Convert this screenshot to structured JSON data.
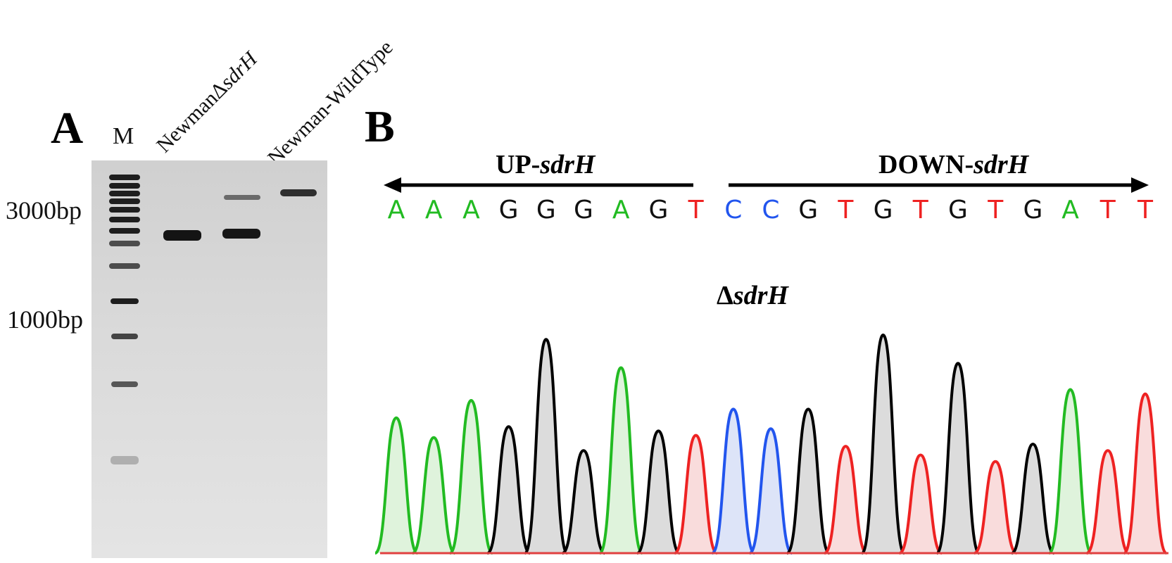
{
  "panel_a": {
    "letter": "A",
    "marker_lane_label": "M",
    "lane_labels": [
      {
        "prefix": "NewmanΔ",
        "italic": "sdrH"
      },
      {
        "prefix": "Newman-WildType",
        "italic": ""
      }
    ],
    "size_markers": [
      "3000bp",
      "1000bp"
    ]
  },
  "panel_b": {
    "letter": "B",
    "up_label": {
      "prefix": "UP-",
      "italic": "sdrH"
    },
    "down_label": {
      "prefix": "DOWN-",
      "italic": "sdrH"
    },
    "trace_title": {
      "prefix": "Δ",
      "italic": "sdrH"
    },
    "sequence": [
      "A",
      "A",
      "A",
      "G",
      "G",
      "G",
      "A",
      "G",
      "T",
      "C",
      "C",
      "G",
      "T",
      "G",
      "T",
      "G",
      "T",
      "G",
      "A",
      "T",
      "T"
    ],
    "peak_heights": [
      0.62,
      0.53,
      0.7,
      0.58,
      0.98,
      0.47,
      0.85,
      0.56,
      0.54,
      0.66,
      0.57,
      0.66,
      0.49,
      1.0,
      0.45,
      0.87,
      0.42,
      0.5,
      0.75,
      0.47,
      0.73
    ],
    "base_colors": {
      "A": "#22bb22",
      "G": "#111111",
      "T": "#ee2222",
      "C": "#2255ee"
    },
    "base_fills": {
      "A": "#dff3dc",
      "G": "#dcdcdc",
      "T": "#f9dcdc",
      "C": "#dde4f8"
    }
  }
}
